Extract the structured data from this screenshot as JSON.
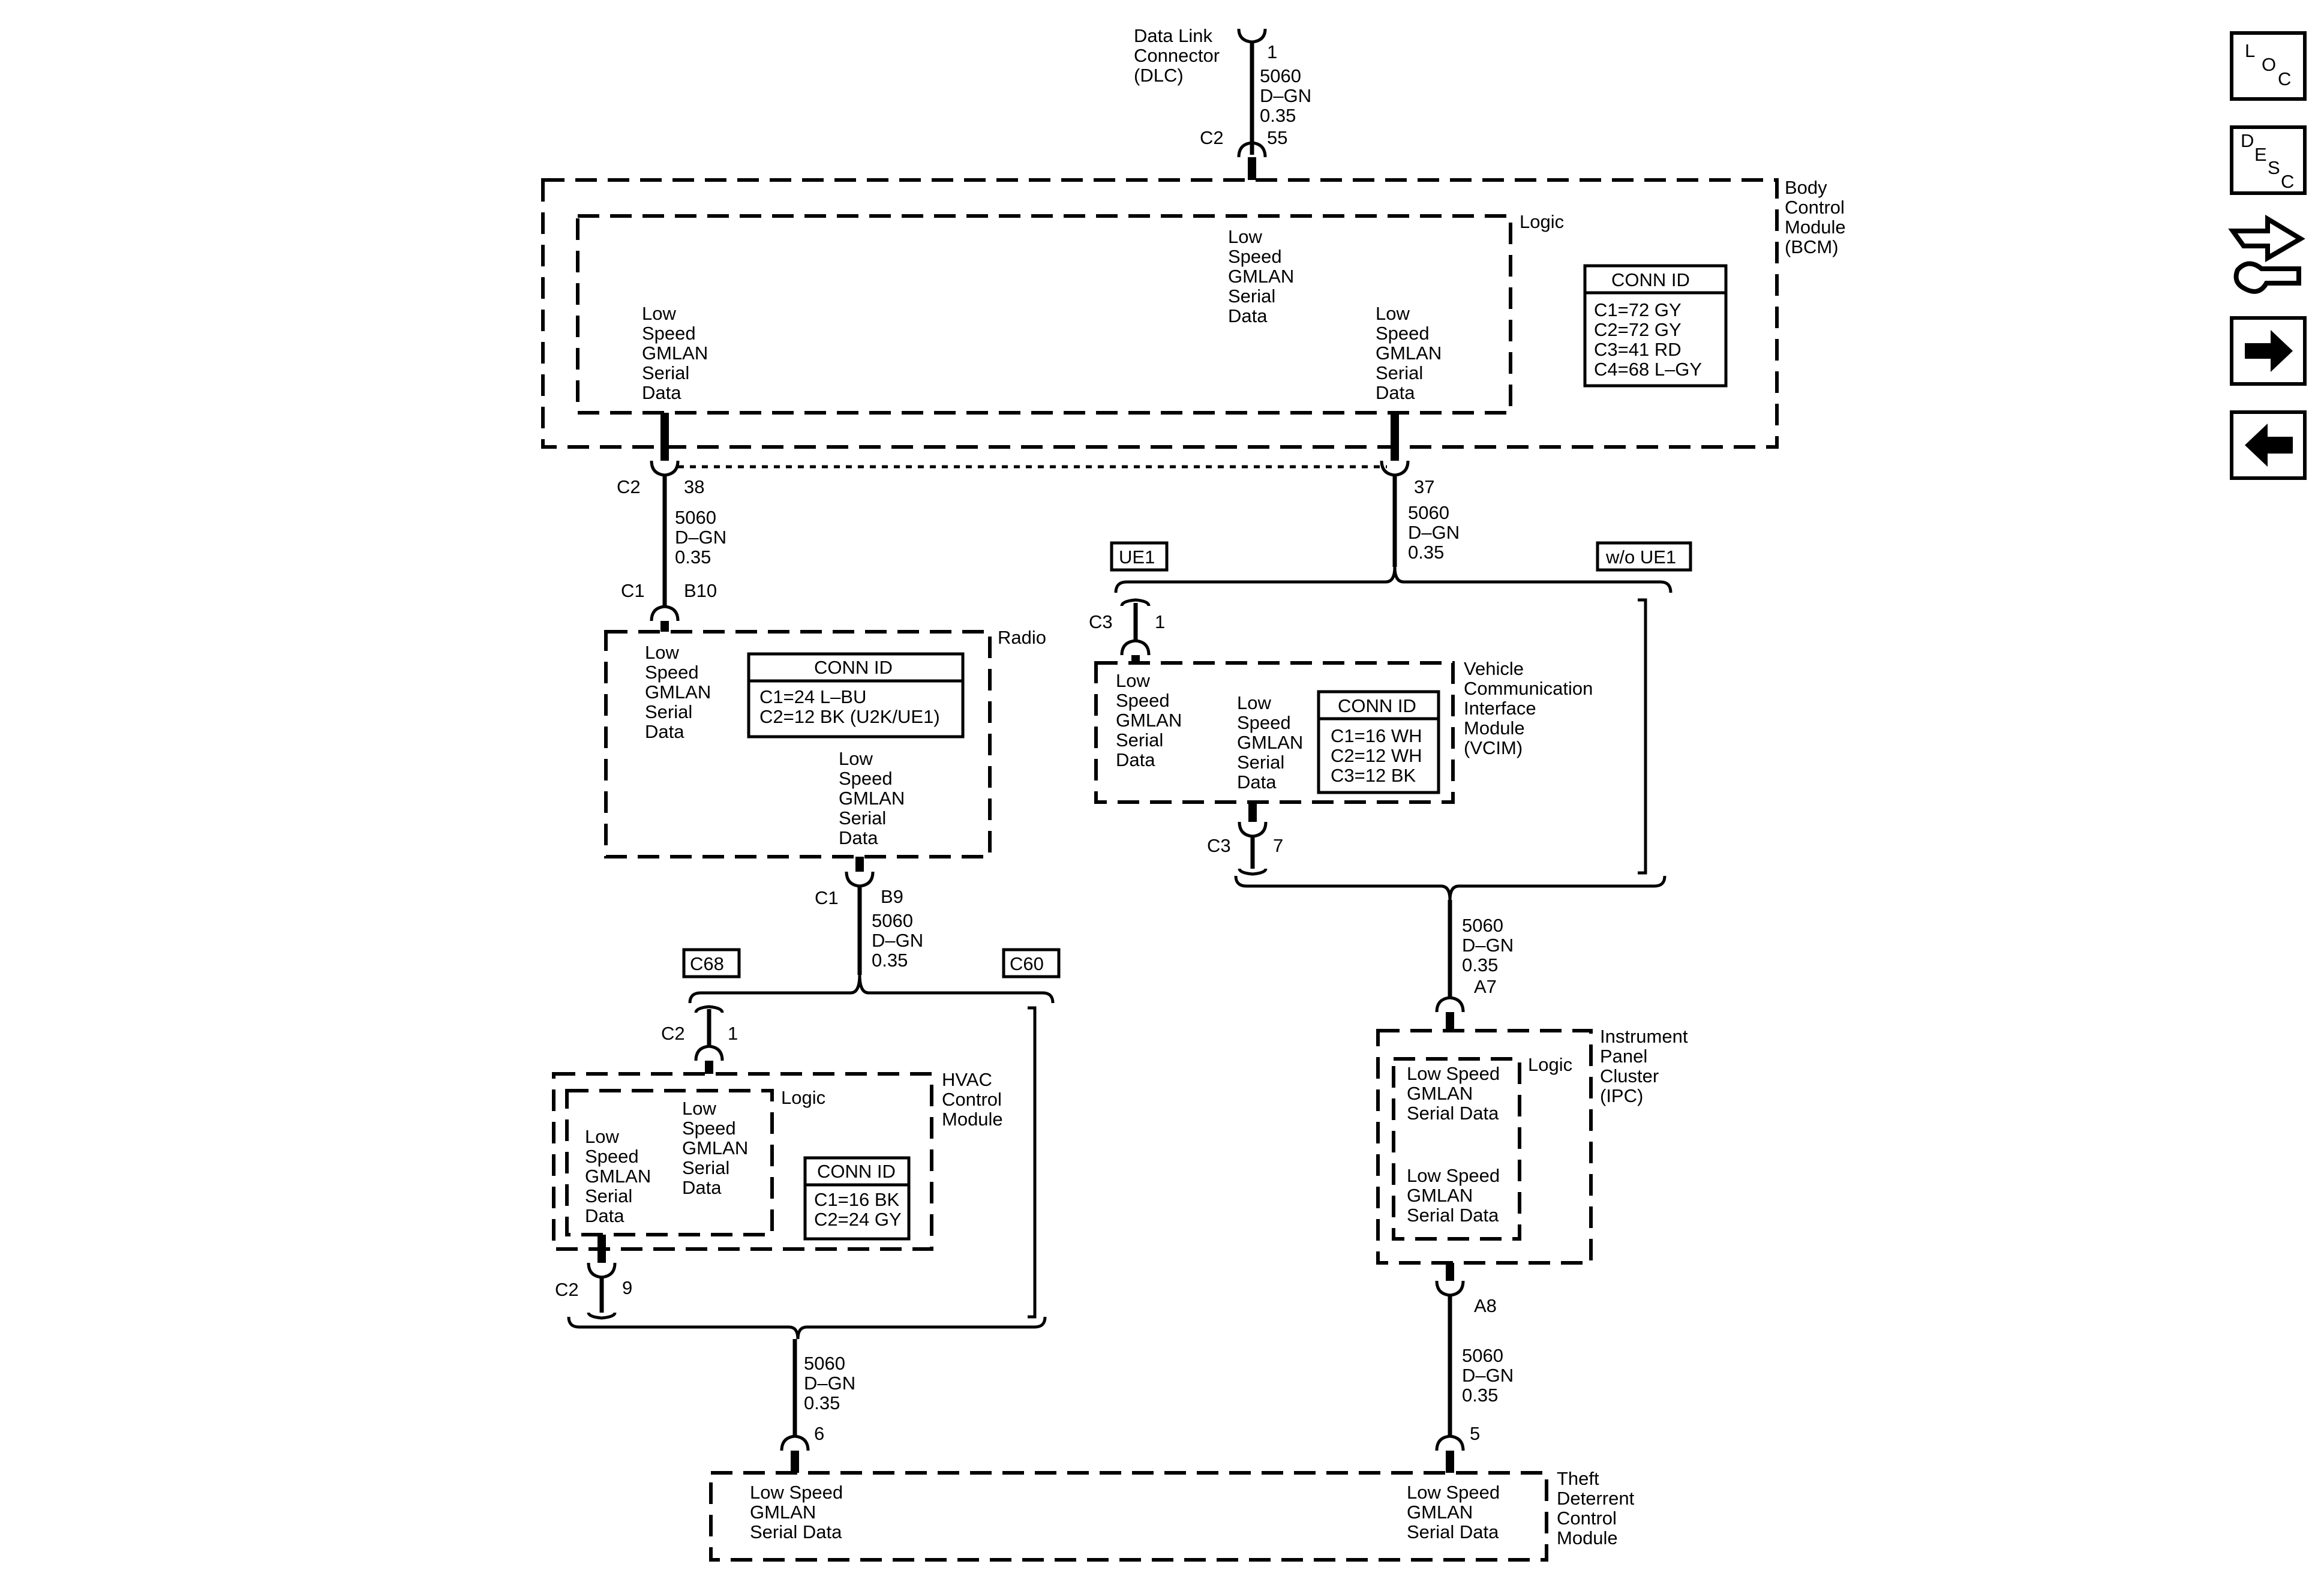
{
  "nav": {
    "loc": [
      "L",
      "O",
      "C"
    ],
    "desc": [
      "D",
      "E",
      "S",
      "C"
    ]
  },
  "dlc": {
    "name": [
      "Data Link",
      "Connector",
      "(DLC)"
    ],
    "pin": "1",
    "circuit": "5060",
    "color": "D–GN",
    "size": "0.35",
    "bcm_conn": "C2",
    "bcm_pin": "55"
  },
  "bcm": {
    "name": [
      "Body",
      "Control",
      "Module",
      "(BCM)"
    ],
    "logic": "Logic",
    "signal_top": [
      "Low",
      "Speed",
      "GMLAN",
      "Serial",
      "Data"
    ],
    "signal_left": [
      "Low",
      "Speed",
      "GMLAN",
      "Serial",
      "Data"
    ],
    "signal_right": [
      "Low",
      "Speed",
      "GMLAN",
      "Serial",
      "Data"
    ],
    "conn_id_title": "CONN ID",
    "conn_id": [
      "C1=72 GY",
      "C2=72 GY",
      "C3=41 RD",
      "C4=68 L–GY"
    ],
    "left_conn": "C2",
    "left_pin": "38",
    "right_pin": "37"
  },
  "wire_bcm_radio": {
    "circuit": "5060",
    "color": "D–GN",
    "size": "0.35"
  },
  "wire_bcm_vcim": {
    "circuit": "5060",
    "color": "D–GN",
    "size": "0.35"
  },
  "radio": {
    "name": "Radio",
    "in_conn": "C1",
    "in_pin": "B10",
    "signal_in": [
      "Low",
      "Speed",
      "GMLAN",
      "Serial",
      "Data"
    ],
    "signal_out": [
      "Low",
      "Speed",
      "GMLAN",
      "Serial",
      "Data"
    ],
    "conn_id_title": "CONN ID",
    "conn_id": [
      "C1=24 L–BU",
      "C2=12 BK (U2K/UE1)"
    ],
    "out_conn": "C1",
    "out_pin": "B9"
  },
  "wire_radio_hvac": {
    "circuit": "5060",
    "color": "D–GN",
    "size": "0.35"
  },
  "options": {
    "c68": "C68",
    "c60": "C60",
    "ue1": "UE1",
    "wo_ue1": "w/o UE1"
  },
  "vcim": {
    "name": [
      "Vehicle",
      "Communication",
      "Interface",
      "Module",
      "(VCIM)"
    ],
    "in_conn": "C3",
    "in_pin": "1",
    "signal_in": [
      "Low",
      "Speed",
      "GMLAN",
      "Serial",
      "Data"
    ],
    "signal_out": [
      "Low",
      "Speed",
      "GMLAN",
      "Serial",
      "Data"
    ],
    "conn_id_title": "CONN ID",
    "conn_id": [
      "C1=16 WH",
      "C2=12 WH",
      "C3=12 BK"
    ],
    "out_conn": "C3",
    "out_pin": "7"
  },
  "wire_vcim_ipc": {
    "circuit": "5060",
    "color": "D–GN",
    "size": "0.35"
  },
  "hvac": {
    "name": [
      "HVAC",
      "Control",
      "Module"
    ],
    "logic": "Logic",
    "in_conn": "C2",
    "in_pin": "1",
    "signal_in": [
      "Low",
      "Speed",
      "GMLAN",
      "Serial",
      "Data"
    ],
    "signal_out": [
      "Low",
      "Speed",
      "GMLAN",
      "Serial",
      "Data"
    ],
    "conn_id_title": "CONN ID",
    "conn_id": [
      "C1=16 BK",
      "C2=24 GY"
    ],
    "out_conn": "C2",
    "out_pin": "9"
  },
  "ipc": {
    "name": [
      "Instrument",
      "Panel",
      "Cluster",
      "(IPC)"
    ],
    "logic": "Logic",
    "in_pin": "A7",
    "signal_in": [
      "Low Speed",
      "GMLAN",
      "Serial Data"
    ],
    "signal_out": [
      "Low Speed",
      "GMLAN",
      "Serial Data"
    ],
    "out_pin": "A8"
  },
  "wire_hvac_tdm": {
    "circuit": "5060",
    "color": "D–GN",
    "size": "0.35"
  },
  "wire_ipc_tdm": {
    "circuit": "5060",
    "color": "D–GN",
    "size": "0.35"
  },
  "tdm": {
    "name": [
      "Theft",
      "Deterrent",
      "Control",
      "Module"
    ],
    "pin_left": "6",
    "pin_right": "5",
    "signal_left": [
      "Low Speed",
      "GMLAN",
      "Serial Data"
    ],
    "signal_right": [
      "Low Speed",
      "GMLAN",
      "Serial Data"
    ]
  }
}
